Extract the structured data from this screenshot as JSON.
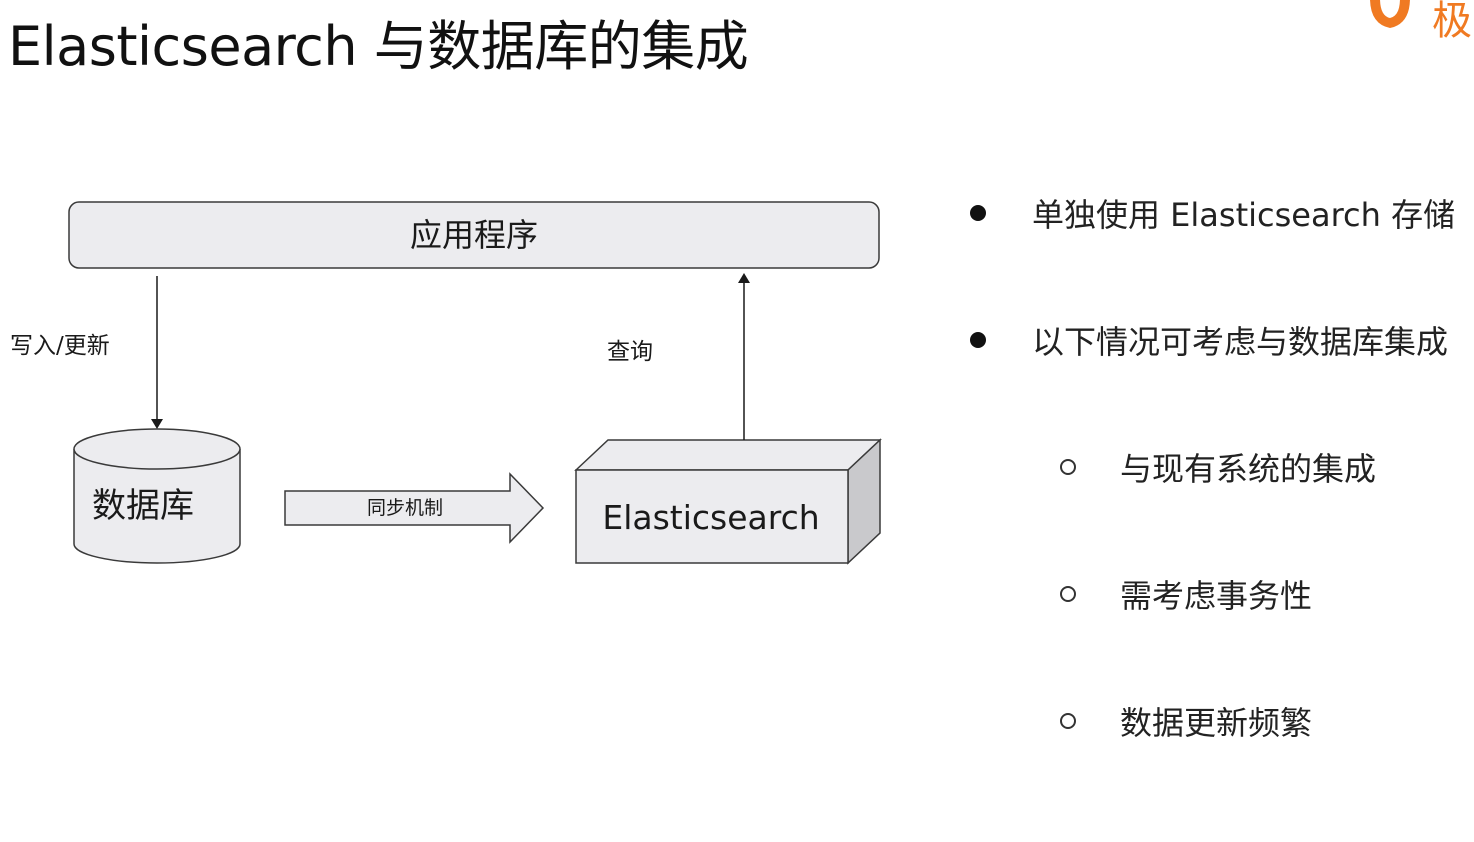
{
  "slide": {
    "title": "Elasticsearch 与数据库的集成",
    "logo_text": "极"
  },
  "diagram": {
    "app_label": "应用程序",
    "db_label": "数据库",
    "es_label": "Elasticsearch",
    "write_label": "写入/更新",
    "query_label": "查询",
    "sync_label": "同步机制"
  },
  "bullets": {
    "items": [
      {
        "text": "单独使用 Elasticsearch 存储"
      },
      {
        "text": "以下情况可考虑与数据库集成"
      }
    ],
    "sub_items": [
      {
        "text": "与现有系统的集成"
      },
      {
        "text": "需考虑事务性"
      },
      {
        "text": "数据更新频繁"
      }
    ]
  },
  "colors": {
    "box_fill": "#ececef",
    "stroke": "#3a3a3a",
    "logo": "#f07a22"
  }
}
